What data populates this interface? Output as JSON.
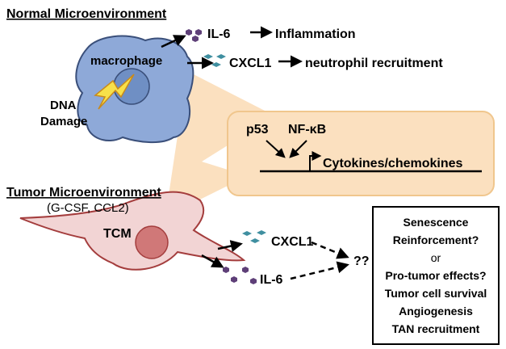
{
  "normal": {
    "title": "Normal Microenvironment",
    "cell_label": "macrophage",
    "damage_line1": "DNA",
    "damage_line2": "Damage",
    "il6": "IL-6",
    "inflammation": "Inflammation",
    "cxcl1": "CXCL1",
    "neutrophil": "neutrophil recruitment"
  },
  "callout": {
    "p53": "p53",
    "nfkb": "NF-κB",
    "cytokines": "Cytokines/chemokines"
  },
  "tumor": {
    "title": "Tumor Microenvironment",
    "subtitle": "(G-CSF, CCL2)",
    "cell_label": "TCM",
    "cxcl1": "CXCL1",
    "il6": "IL-6",
    "unknown": "??"
  },
  "effects": [
    "Senescence",
    "Reinforcement?",
    "or",
    "Pro-tumor effects?",
    "Tumor cell survival",
    "Angiogenesis",
    "TAN recruitment"
  ],
  "colors": {
    "macrophage_fill": "#8ea9d8",
    "macrophage_stroke": "#3a4f7a",
    "nucleus_fill": "#6f8fc4",
    "callout_fill": "#fbe0bf",
    "callout_stroke": "#f0c68d",
    "tcm_fill": "#f2d4d4",
    "tcm_stroke": "#a43d3d",
    "tcm_nucleus": "#d07878",
    "il6_dots": "#5e3f78",
    "cxcl1_dots": "#3f8fa0",
    "lightning": "#f7e04a"
  }
}
